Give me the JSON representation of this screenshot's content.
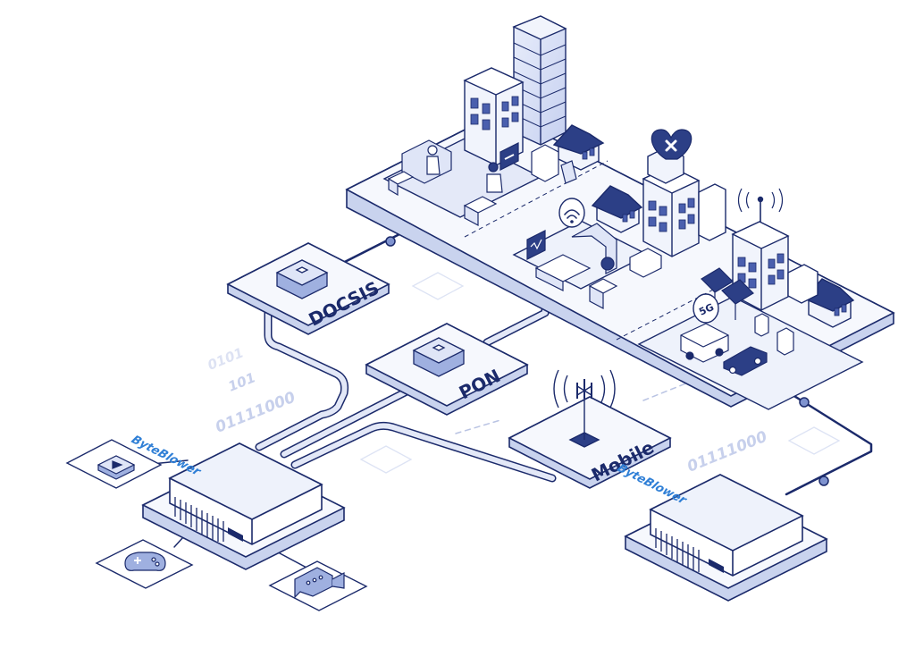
{
  "labels": {
    "docsis": "DOCSIS",
    "pon": "PON",
    "mobile": "Mobile",
    "five_g": "5G"
  },
  "binary": {
    "line1": "0101",
    "line2": "101",
    "line3": "01111000",
    "line4": "01111000"
  },
  "devices": {
    "left_brand": "ByteBlower",
    "right_brand": "ByteBlower"
  },
  "colors": {
    "outline": "#1b2a6b",
    "platform": "#eef2fb",
    "platform_side": "#c9d3ee",
    "accent": "#2f7fd6",
    "cable": "#b9c3e3"
  },
  "icons": {
    "video": "play-icon",
    "game": "gamepad-icon",
    "chat": "video-chat-icon",
    "health": "heart-plus-icon",
    "wifi": "wifi-icon",
    "antenna": "cell-tower-icon"
  }
}
